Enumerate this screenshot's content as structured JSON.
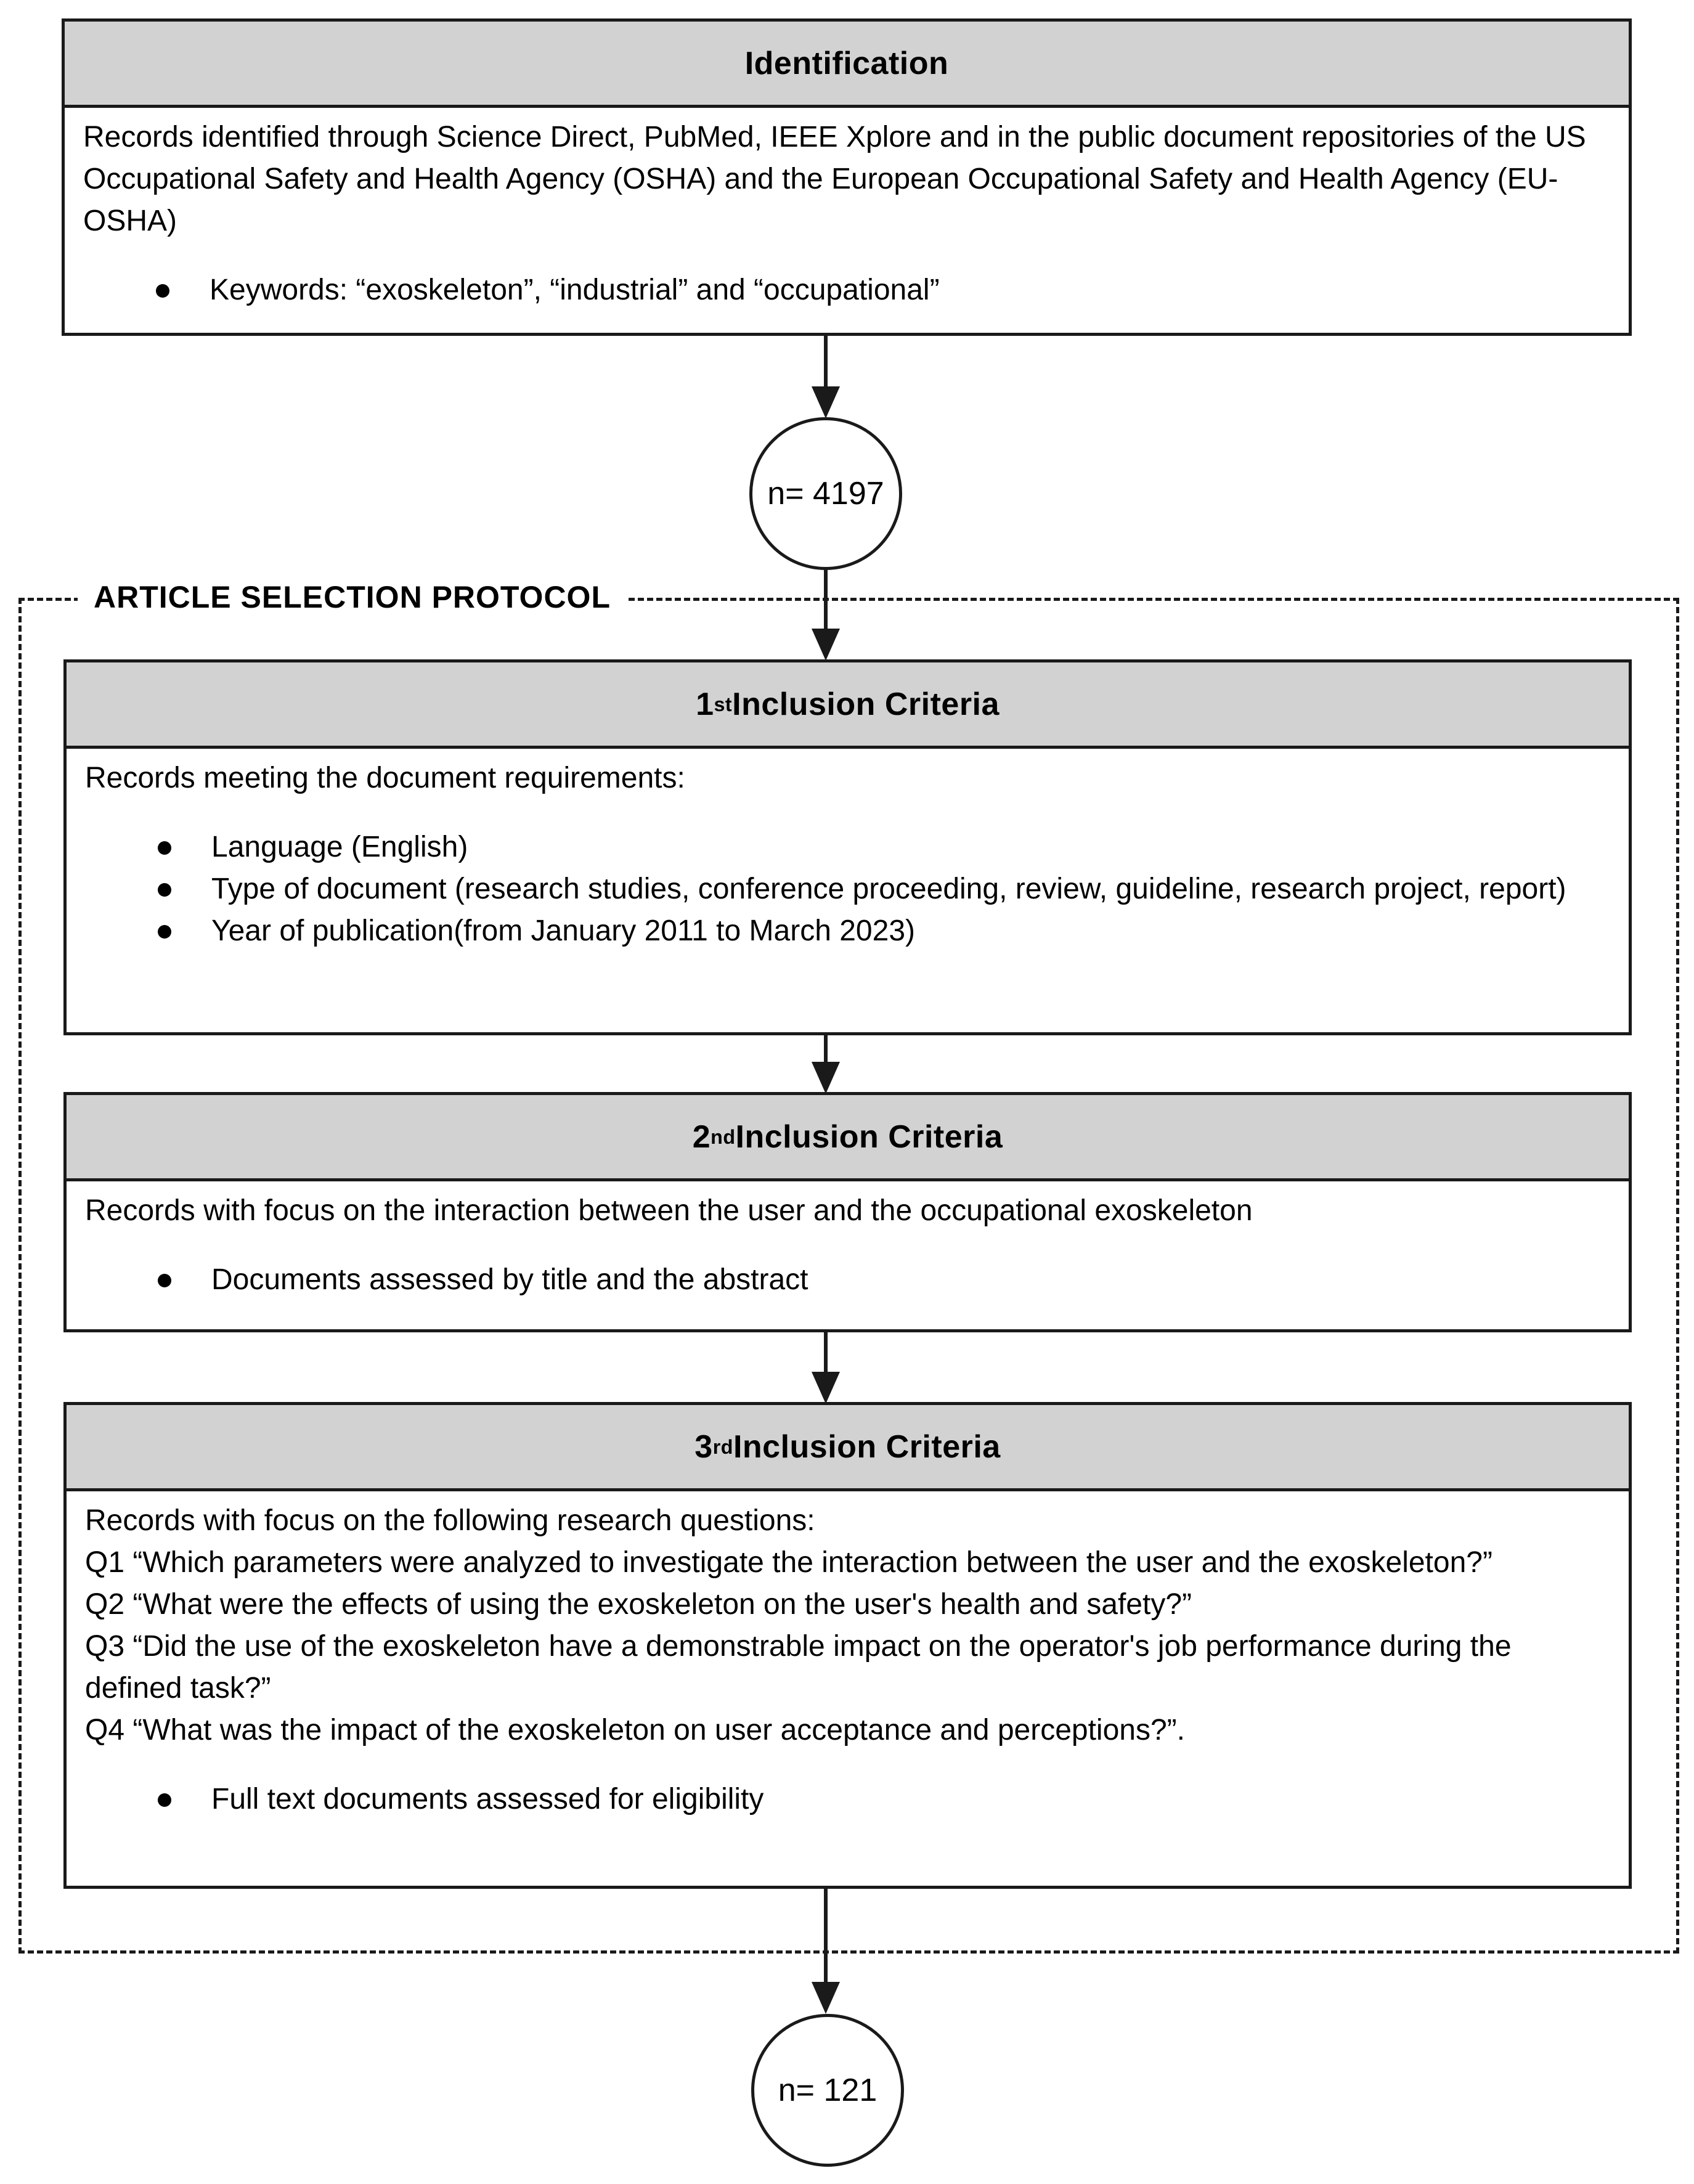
{
  "colors": {
    "background": "#ffffff",
    "header_fill": "#d2d2d2",
    "border": "#1a1a1a",
    "text": "#000000"
  },
  "protocol": {
    "label": "ARTICLE SELECTION PROTOCOL"
  },
  "flow": {
    "identification": {
      "title": {
        "main": "Identification",
        "sup": "",
        "rest": ""
      },
      "paragraphs": [
        "Records identified through Science Direct, PubMed, IEEE Xplore and in the public document repositories of the US Occupational Safety and Health Agency (OSHA) and the European Occupational Safety and Health Agency (EU-OSHA)"
      ],
      "bullets": [
        "Keywords: “exoskeleton”, “industrial” and “occupational”"
      ]
    },
    "node_top": {
      "label": "n= 4197"
    },
    "criteria1": {
      "title": {
        "main": "1",
        "sup": "st",
        "rest": " Inclusion Criteria"
      },
      "paragraphs": [
        "Records meeting the document requirements:"
      ],
      "bullets": [
        "Language (English)",
        "Type of document (research studies, conference proceeding, review, guideline, research project, report)",
        "Year of publication(from January 2011 to March 2023)"
      ]
    },
    "criteria2": {
      "title": {
        "main": "2",
        "sup": "nd",
        "rest": " Inclusion Criteria"
      },
      "paragraphs": [
        "Records with focus on the interaction between the user and the occupational exoskeleton"
      ],
      "bullets": [
        "Documents assessed by title and the abstract"
      ]
    },
    "criteria3": {
      "title": {
        "main": "3",
        "sup": "rd",
        "rest": " Inclusion Criteria"
      },
      "paragraphs": [
        "Records with focus on the following research questions:",
        "Q1 “Which parameters were analyzed to investigate the interaction between the user and the exoskeleton?”",
        "Q2 “What were the effects of using the exoskeleton on the user's health and safety?”",
        "Q3 “Did the use of the exoskeleton have a demonstrable impact on the operator's job performance during the defined task?”",
        "Q4 “What was the impact of the exoskeleton on user acceptance and perceptions?”."
      ],
      "bullets": [
        "Full text documents assessed for eligibility"
      ]
    },
    "node_bottom": {
      "label": "n= 121"
    }
  }
}
